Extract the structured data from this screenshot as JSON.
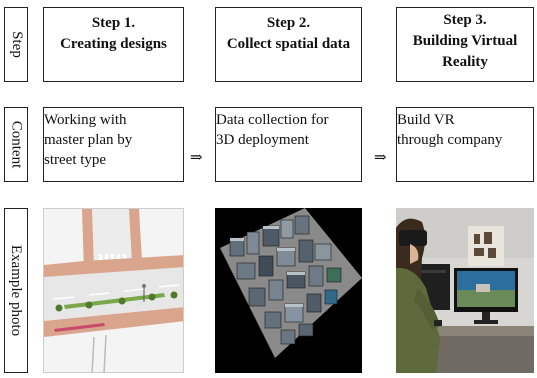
{
  "rows": {
    "step_label": "Step",
    "content_label": "Content",
    "photo_label": "Example photo"
  },
  "steps": [
    {
      "line1": "Step 1.",
      "line2": "Creating designs",
      "line3": ""
    },
    {
      "line1": "Step 2.",
      "line2": "Collect spatial data",
      "line3": ""
    },
    {
      "line1": "Step 3.",
      "line2": "Building Virtual",
      "line3": "Reality"
    }
  ],
  "contents": [
    {
      "line1": "Working with",
      "line2": "master plan by",
      "line3": "street type"
    },
    {
      "line1": "Data collection for",
      "line2": "3D deployment",
      "line3": ""
    },
    {
      "line1": "Build VR",
      "line2": "through company",
      "line3": ""
    }
  ],
  "arrow": "⇒",
  "photos": [
    {
      "subject": "street-design-plan"
    },
    {
      "subject": "3d-city-model"
    },
    {
      "subject": "vr-headset-user"
    }
  ],
  "colors": {
    "border": "#222222",
    "paving": "#d9a58c",
    "road": "#eeeeee",
    "model_bg": "#000000"
  }
}
